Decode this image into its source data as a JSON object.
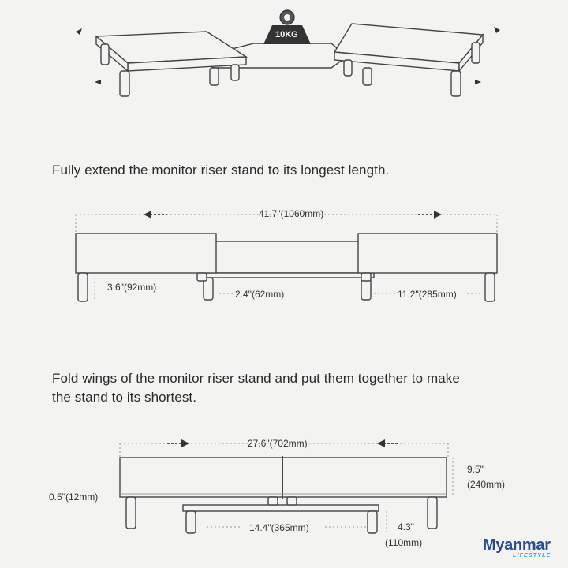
{
  "top_figure": {
    "weight_label": "10KG"
  },
  "step1": {
    "caption": "Fully extend the monitor riser stand to its longest length.",
    "total_length": "41.7\"(1060mm)",
    "height": "3.6\"(92mm)",
    "middle_height": "2.4\"(62mm)",
    "wing_width": "11.2\"(285mm)"
  },
  "step2": {
    "caption_line1": "Fold wings of the monitor riser stand and put them together to make",
    "caption_line2": "the stand to its shortest.",
    "total_length": "27.6\"(702mm)",
    "depth_in": "9.5\"",
    "depth_mm": "(240mm)",
    "thickness": "0.5\"(12mm)",
    "base_length": "14.4\"(365mm)",
    "leg_height_in": "4.3\"",
    "leg_height_mm": "(110mm)"
  },
  "logo": {
    "main": "Myanmar",
    "sub": "LIFESTYLE"
  }
}
